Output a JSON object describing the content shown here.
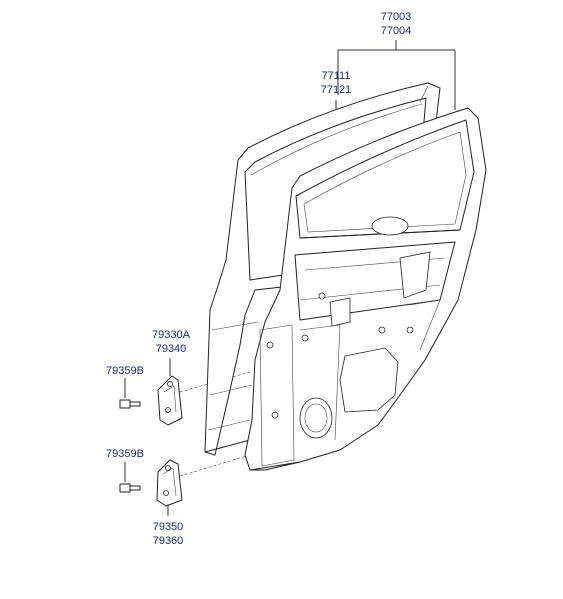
{
  "callouts": {
    "door_assembly": {
      "line1": "77003",
      "line2": "77004"
    },
    "door_panel": {
      "line1": "77111",
      "line2": "77121"
    },
    "upper_hinge": {
      "line1": "79330A",
      "line2": "79340"
    },
    "bolt_upper": {
      "line1": "79359B"
    },
    "bolt_lower": {
      "line1": "79359B"
    },
    "lower_hinge": {
      "line1": "79350",
      "line2": "79360"
    }
  },
  "colors": {
    "label": "#1a2a8c",
    "line": "#222222",
    "background": "#ffffff"
  }
}
